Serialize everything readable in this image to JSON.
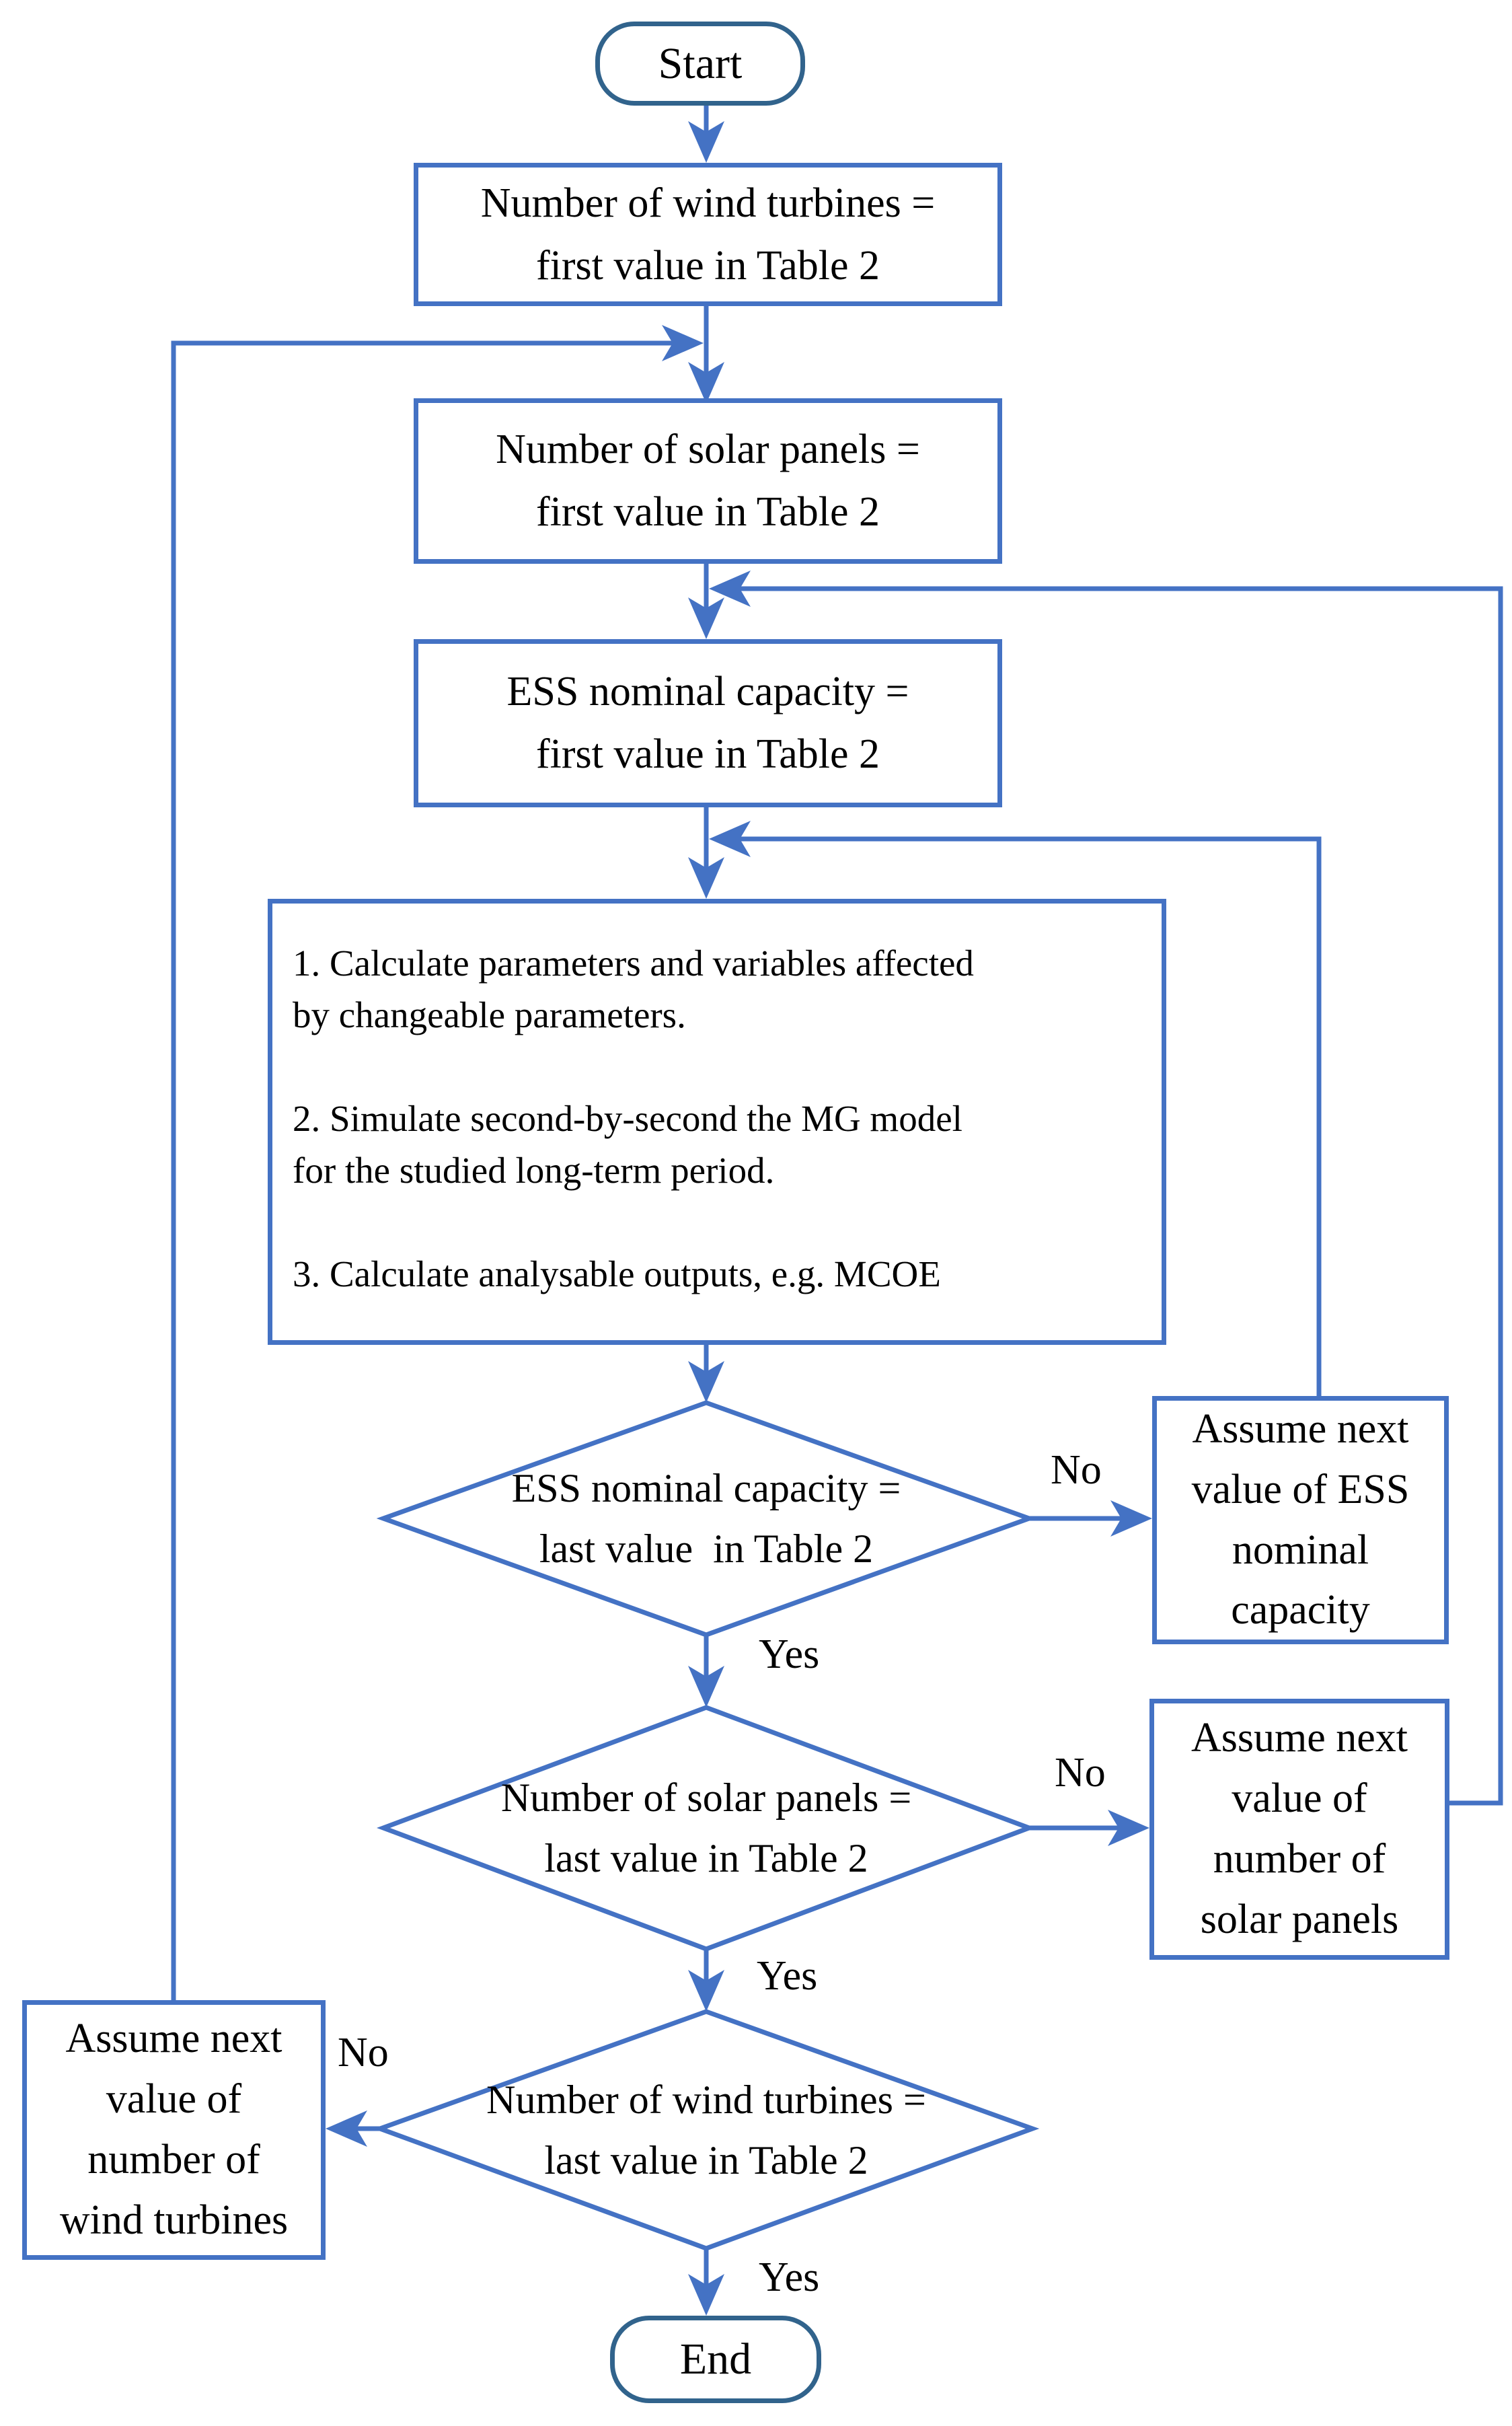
{
  "colors": {
    "connector": "#4472C4",
    "terminal_border": "#31638C",
    "box_border": "#4472C4",
    "text": "#000000",
    "background": "#FFFFFF"
  },
  "nodes": {
    "start": {
      "label": "Start"
    },
    "init_wind": {
      "label": "Number of wind turbines =\nfirst value in Table 2"
    },
    "init_solar": {
      "label": "Number of solar panels =\nfirst value in Table 2"
    },
    "init_ess": {
      "label": "ESS nominal capacity =\nfirst value in Table 2"
    },
    "process": {
      "label": "1. Calculate parameters and variables affected\nby changeable parameters.\n\n2. Simulate second-by-second the MG model\nfor the studied long-term period.\n\n3. Calculate analysable outputs, e.g. MCOE"
    },
    "decision_ess": {
      "label": "ESS nominal capacity =\nlast value  in Table 2"
    },
    "decision_solar": {
      "label": "Number of solar panels =\nlast value in Table 2"
    },
    "decision_wind": {
      "label": "Number of wind turbines =\nlast value in Table 2"
    },
    "assume_ess": {
      "label": "Assume next\nvalue of ESS\nnominal\ncapacity"
    },
    "assume_solar": {
      "label": "Assume next\nvalue of\nnumber of\nsolar panels"
    },
    "assume_wind": {
      "label": "Assume next\nvalue of\nnumber of\nwind turbines"
    },
    "end": {
      "label": "End"
    }
  },
  "branches": {
    "decision_ess": {
      "no": "No",
      "yes": "Yes"
    },
    "decision_solar": {
      "no": "No",
      "yes": "Yes"
    },
    "decision_wind": {
      "no": "No",
      "yes": "Yes"
    }
  }
}
